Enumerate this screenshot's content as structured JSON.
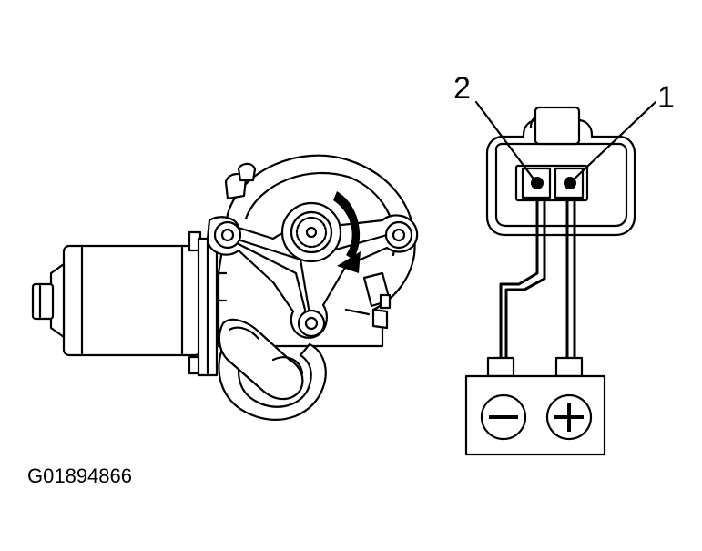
{
  "figure": {
    "id": "G01894866"
  },
  "connector": {
    "terminal_left_number": "2",
    "terminal_right_number": "1"
  },
  "battery": {
    "negative_symbol": "minus-icon",
    "positive_symbol": "plus-icon"
  },
  "motor": {
    "rotation_arrow": "clockwise-arrow-icon"
  }
}
